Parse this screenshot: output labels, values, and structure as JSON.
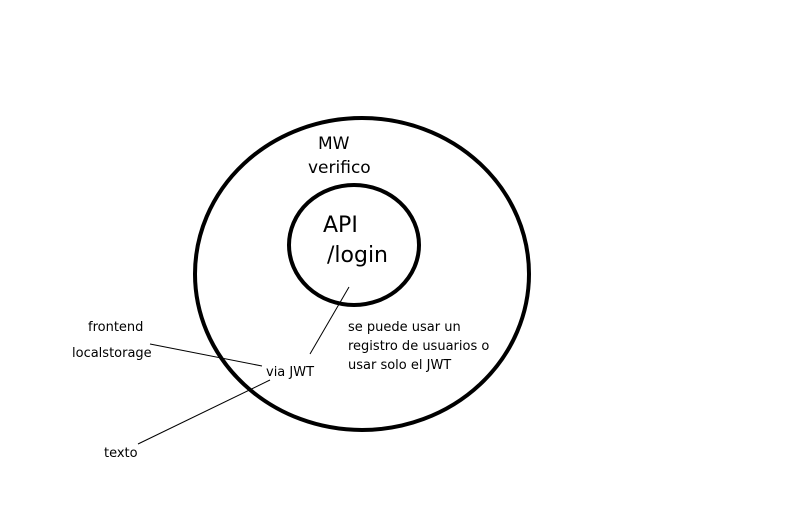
{
  "outer_circle": {
    "label_line1": "MW",
    "label_line2": "verifico"
  },
  "inner_circle": {
    "label_line1": "API",
    "label_line2": "/login"
  },
  "note": {
    "line1": "se puede usar un",
    "line2": "registro de usuarios o",
    "line3": "usar solo el JWT"
  },
  "via_label": "via JWT",
  "frontend_label": "frontend",
  "localstorage_label": "localstorage",
  "texto_label": "texto",
  "colors": {
    "stroke": "#000000",
    "background": "#ffffff"
  }
}
